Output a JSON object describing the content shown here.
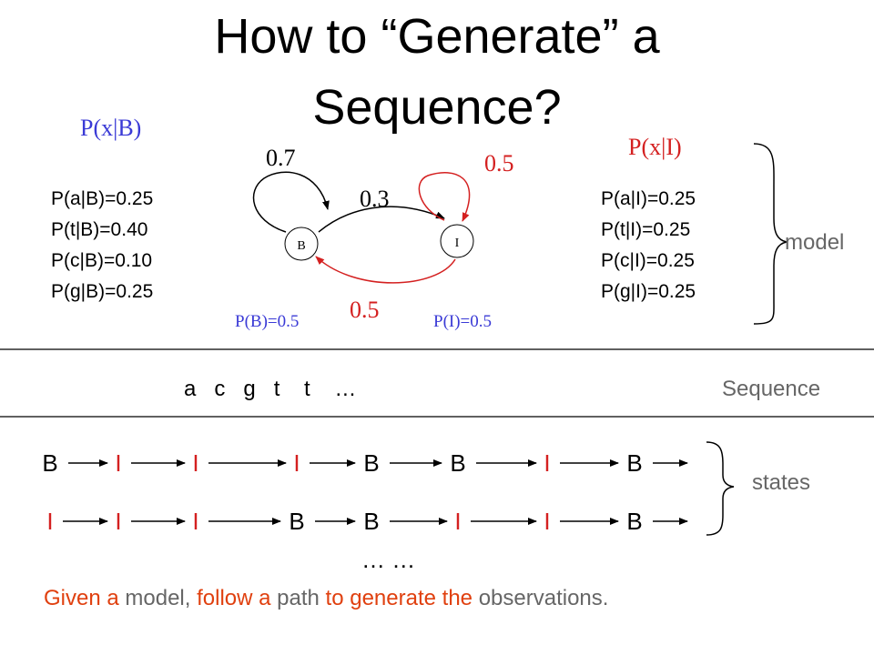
{
  "title": {
    "line1": "How to “Generate” a",
    "line2": "Sequence?"
  },
  "model": {
    "left_header": "P(x|B)",
    "right_header": "P(x|I)",
    "emissions_B": [
      "P(a|B)=0.25",
      "P(t|B)=0.40",
      "P(c|B)=0.10",
      "P(g|B)=0.25"
    ],
    "emissions_I": [
      "P(a|I)=0.25",
      "P(t|I)=0.25",
      "P(c|I)=0.25",
      "P(g|I)=0.25"
    ],
    "node_B": "B",
    "node_I": "I",
    "trans_BB": "0.7",
    "trans_BI": "0.3",
    "trans_II": "0.5",
    "trans_IB": "0.5",
    "init_B": "P(B)=0.5",
    "init_I": "P(I)=0.5",
    "bracket_label": "model"
  },
  "sequence": {
    "text": "a   c   g   t    t    …",
    "label": "Sequence"
  },
  "states": {
    "row1": [
      "B",
      "I",
      "I",
      "I",
      "B",
      "B",
      "I",
      "B"
    ],
    "row2": [
      "I",
      "I",
      "I",
      "B",
      "B",
      "I",
      "I",
      "B"
    ],
    "ellipsis": "… …",
    "bracket_label": "states"
  },
  "caption": {
    "parts": [
      {
        "text": "Given a",
        "color": "#e0400f"
      },
      {
        "text": "model,",
        "color": "#666666"
      },
      {
        "text": "follow a",
        "color": "#e0400f"
      },
      {
        "text": "path",
        "color": "#666666"
      },
      {
        "text": "to generate the",
        "color": "#e0400f"
      },
      {
        "text": "observations.",
        "color": "#666666"
      }
    ]
  },
  "colors": {
    "blue": "#3a3ad6",
    "red": "#d42020",
    "gray": "#666666",
    "orange": "#e0400f"
  }
}
